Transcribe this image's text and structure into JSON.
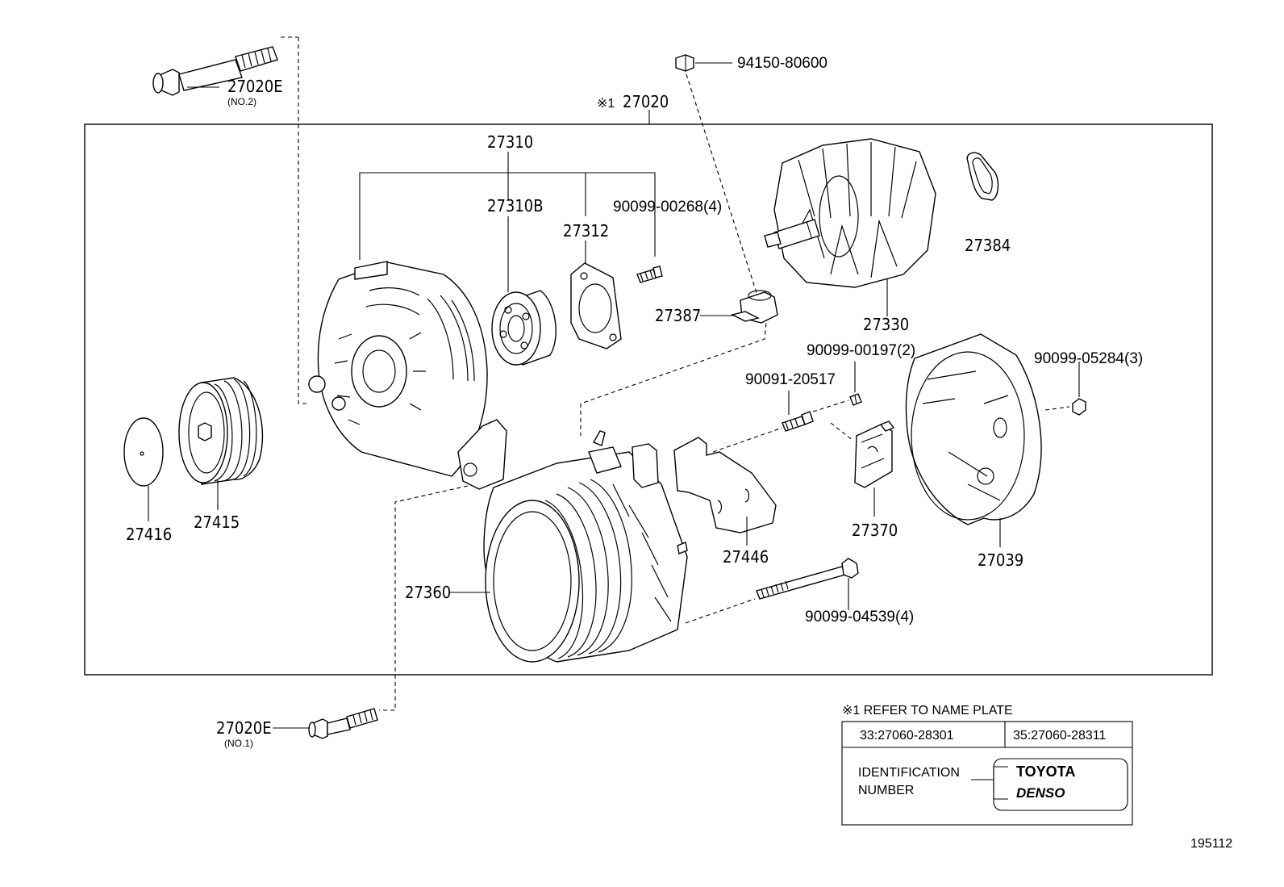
{
  "parts": {
    "p27020E_no2": {
      "code": "27020E",
      "sub": "(NO.2)"
    },
    "p27020E_no1": {
      "code": "27020E",
      "sub": "(NO.1)"
    },
    "p94150": "94150-80600",
    "p27020_mark": "※1",
    "p27020": "27020",
    "p27310": "27310",
    "p27310B": "27310B",
    "p27312": "27312",
    "p90099_00268": "90099-00268(4)",
    "p27387": "27387",
    "p27330": "27330",
    "p27384": "27384",
    "p90099_00197": "90099-00197(2)",
    "p90091_20517": "90091-20517",
    "p90099_05284": "90099-05284(3)",
    "p27416": "27416",
    "p27415": "27415",
    "p27446": "27446",
    "p27370": "27370",
    "p27039": "27039",
    "p27360": "27360",
    "p90099_04539": "90099-04539(4)"
  },
  "note": {
    "title": "※1 REFER TO NAME PLATE",
    "col1": "33:27060-28301",
    "col2": "35:27060-28311",
    "id_line1": "IDENTIFICATION",
    "id_line2": "NUMBER",
    "brand1": "TOYOTA",
    "brand2": "DENSO"
  },
  "figure_number": "195112"
}
